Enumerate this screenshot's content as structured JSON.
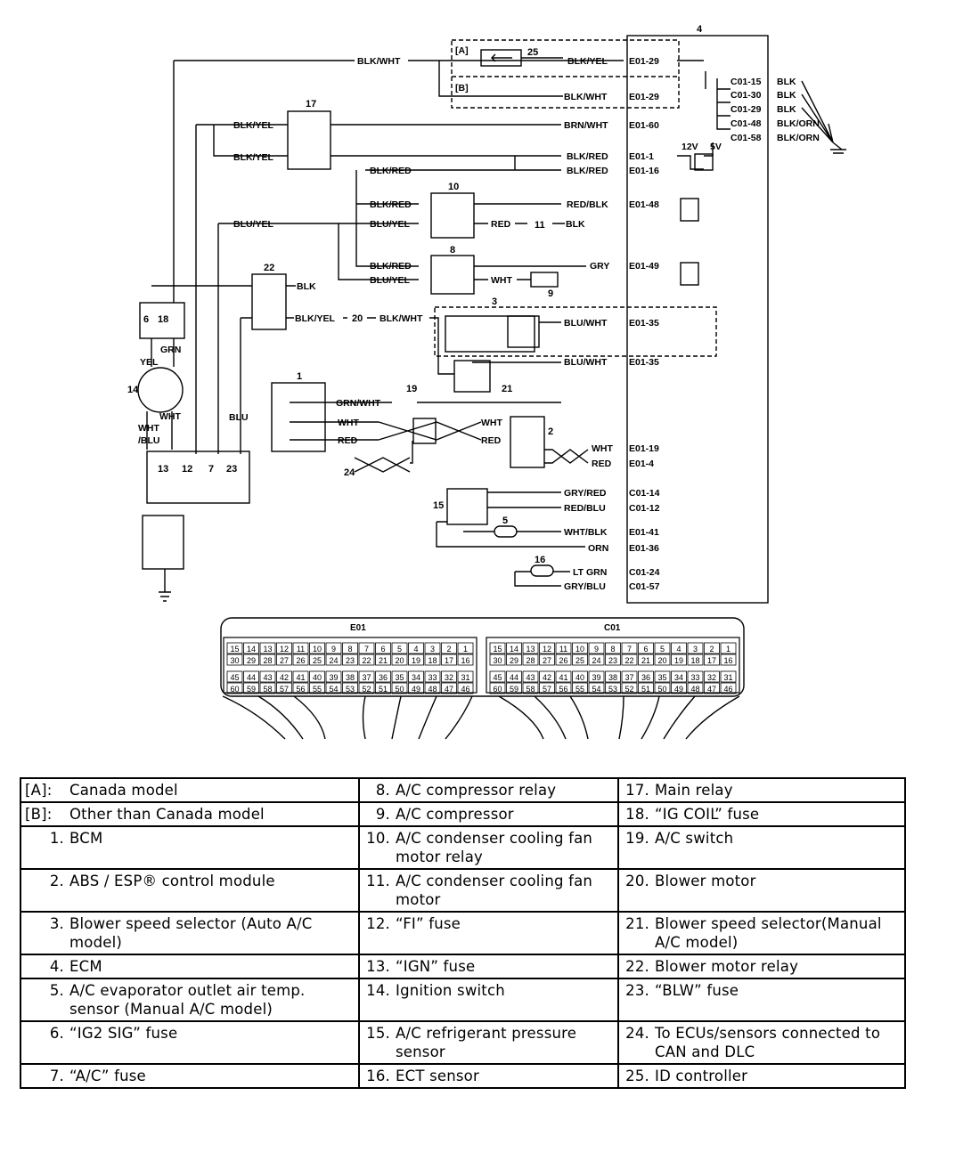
{
  "header": {
    "ecm_number": "4",
    "connector_e01": "E01",
    "connector_c01": "C01"
  },
  "wire_labels": {
    "blk_wht": "BLK/WHT",
    "blk_yel": "BLK/YEL",
    "brn_wht": "BRN/WHT",
    "blk_red": "BLK/RED",
    "red_blk": "RED/BLK",
    "blu_yel": "BLU/YEL",
    "red": "RED",
    "blk": "BLK",
    "gry": "GRY",
    "wht": "WHT",
    "blu_wht": "BLU/WHT",
    "grn_wht": "GRN/WHT",
    "gry_red": "GRY/RED",
    "red_blu": "RED/BLU",
    "wht_blk": "WHT/BLK",
    "orn": "ORN",
    "lt_grn": "LT GRN",
    "gry_blu": "GRY/BLU",
    "blk_orn": "BLK/ORN",
    "grn": "GRN",
    "yel": "YEL",
    "wht_blu_1": "WHT",
    "wht_blu_2": "/BLU",
    "blu": "BLU",
    "v12": "12V",
    "v5": "5V",
    "model_a": "[A]",
    "model_b": "[B]"
  },
  "terminals": {
    "e01_29": "E01-29",
    "e01_60": "E01-60",
    "e01_1": "E01-1",
    "e01_16": "E01-16",
    "e01_48": "E01-48",
    "e01_49": "E01-49",
    "e01_35": "E01-35",
    "e01_19": "E01-19",
    "e01_4": "E01-4",
    "c01_14": "C01-14",
    "c01_12": "C01-12",
    "e01_41": "E01-41",
    "e01_36": "E01-36",
    "c01_24": "C01-24",
    "c01_57": "C01-57",
    "c01_15": "C01-15",
    "c01_30": "C01-30",
    "c01_29": "C01-29",
    "c01_48": "C01-48",
    "c01_58": "C01-58"
  },
  "components": {
    "n1": "1",
    "n2": "2",
    "n3": "3",
    "n5": "5",
    "n6": "6",
    "n7": "7",
    "n8": "8",
    "n9": "9",
    "n10": "10",
    "n11": "11",
    "n12": "12",
    "n13": "13",
    "n14": "14",
    "n15": "15",
    "n16": "16",
    "n17": "17",
    "n18": "18",
    "n19": "19",
    "n20": "20",
    "n21": "21",
    "n22": "22",
    "n23": "23",
    "n24": "24",
    "n25": "25"
  },
  "connector_pins": {
    "row1": [
      "15",
      "14",
      "13",
      "12",
      "11",
      "10",
      "9",
      "8",
      "7",
      "6",
      "5",
      "4",
      "3",
      "2",
      "1"
    ],
    "row2": [
      "30",
      "29",
      "28",
      "27",
      "26",
      "25",
      "24",
      "23",
      "22",
      "21",
      "20",
      "19",
      "18",
      "17",
      "16"
    ],
    "row3": [
      "45",
      "44",
      "43",
      "42",
      "41",
      "40",
      "39",
      "38",
      "37",
      "36",
      "35",
      "34",
      "33",
      "32",
      "31"
    ],
    "row4": [
      "60",
      "59",
      "58",
      "57",
      "56",
      "55",
      "54",
      "53",
      "52",
      "51",
      "50",
      "49",
      "48",
      "47",
      "46"
    ]
  },
  "legend": {
    "col1": [
      {
        "key": "[A]:",
        "text": "Canada model"
      },
      {
        "key": "[B]:",
        "text": "Other than Canada model"
      },
      {
        "key": "1.",
        "text": "BCM"
      },
      {
        "key": "2.",
        "text": "ABS / ESP® control module"
      },
      {
        "key": "3.",
        "text": "Blower speed selector (Auto A/C model)"
      },
      {
        "key": "4.",
        "text": "ECM"
      },
      {
        "key": "5.",
        "text": "A/C evaporator outlet air temp. sensor (Manual A/C model)"
      },
      {
        "key": "6.",
        "text": "“IG2 SIG” fuse"
      },
      {
        "key": "7.",
        "text": "“A/C” fuse"
      }
    ],
    "col2": [
      {
        "key": "8.",
        "text": "A/C compressor relay"
      },
      {
        "key": "9.",
        "text": "A/C compressor"
      },
      {
        "key": "10.",
        "text": "A/C condenser cooling fan motor relay"
      },
      {
        "key": "11.",
        "text": "A/C condenser cooling fan motor"
      },
      {
        "key": "12.",
        "text": "“FI” fuse"
      },
      {
        "key": "13.",
        "text": "“IGN” fuse"
      },
      {
        "key": "14.",
        "text": "Ignition switch"
      },
      {
        "key": "15.",
        "text": "A/C refrigerant pressure sensor"
      },
      {
        "key": "16.",
        "text": "ECT sensor"
      }
    ],
    "col3": [
      {
        "key": "17.",
        "text": "Main relay"
      },
      {
        "key": "18.",
        "text": "“IG COIL” fuse"
      },
      {
        "key": "19.",
        "text": "A/C switch"
      },
      {
        "key": "20.",
        "text": "Blower motor"
      },
      {
        "key": "21.",
        "text": "Blower speed selector(Manual A/C model)"
      },
      {
        "key": "22.",
        "text": "Blower motor relay"
      },
      {
        "key": "23.",
        "text": "“BLW” fuse"
      },
      {
        "key": "24.",
        "text": "To ECUs/sensors connected to CAN and DLC"
      },
      {
        "key": "25.",
        "text": "ID controller"
      }
    ]
  }
}
